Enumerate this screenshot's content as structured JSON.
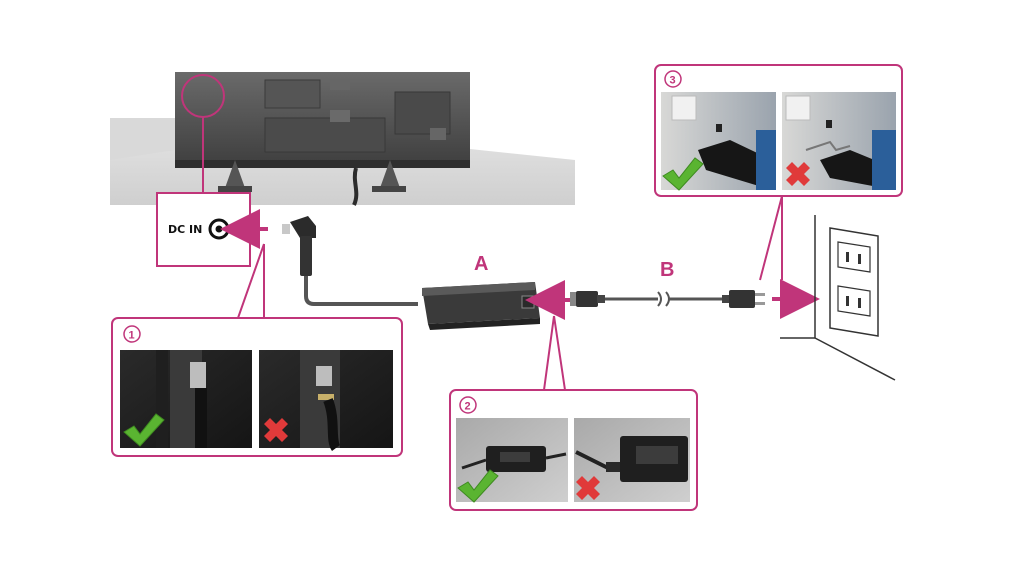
{
  "diagram": {
    "port_label": "DC IN",
    "label_a": "A",
    "label_b": "B",
    "callouts": [
      {
        "number": "1",
        "correct_mark": "check-icon",
        "wrong_mark": "cross-icon"
      },
      {
        "number": "2",
        "correct_mark": "check-icon",
        "wrong_mark": "cross-icon"
      },
      {
        "number": "3",
        "correct_mark": "check-icon",
        "wrong_mark": "cross-icon"
      }
    ]
  },
  "colors": {
    "accent": "#c0357a",
    "check": "#5ab431",
    "cross": "#e03a3a",
    "line": "#222222"
  }
}
